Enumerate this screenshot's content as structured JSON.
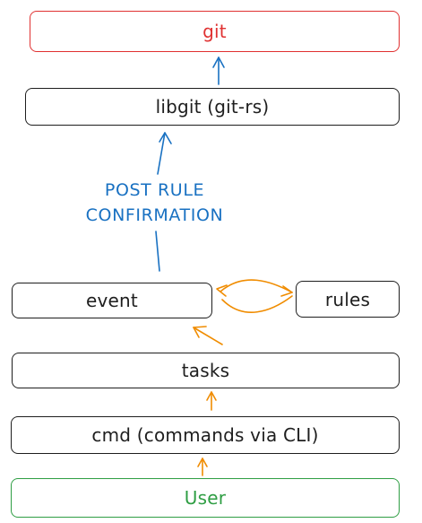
{
  "nodes": {
    "git": {
      "label": "git",
      "color": "#e03131"
    },
    "libgit": {
      "label": "libgit (git-rs)",
      "color": "#1e1e1e"
    },
    "event": {
      "label": "event",
      "color": "#1e1e1e"
    },
    "rules": {
      "label": "rules",
      "color": "#1e1e1e"
    },
    "tasks": {
      "label": "tasks",
      "color": "#1e1e1e"
    },
    "cmd": {
      "label": "cmd (commands via CLI)",
      "color": "#1e1e1e"
    },
    "user": {
      "label": "User",
      "color": "#2f9e44"
    }
  },
  "annotation": {
    "line1": "POST RULE",
    "line2": "CONFIRMATION",
    "color": "#1971c2"
  },
  "arrow_colors": {
    "blue": "#1971c2",
    "orange": "#f08c00"
  }
}
